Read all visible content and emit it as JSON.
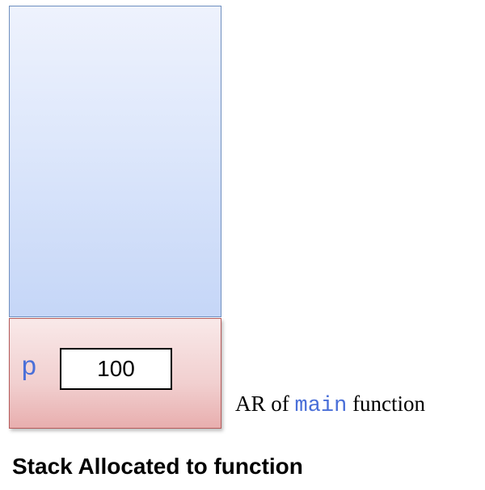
{
  "stack": {
    "frame": {
      "variable_name": "p",
      "variable_value": "100",
      "label_prefix": "AR of",
      "label_function": "main",
      "label_suffix": "function"
    },
    "caption": "Stack Allocated to function"
  },
  "colors": {
    "free_stack_fill": "#dde7fb",
    "frame_fill": "#f1cfcf",
    "code_blue": "#4a6fd8"
  }
}
